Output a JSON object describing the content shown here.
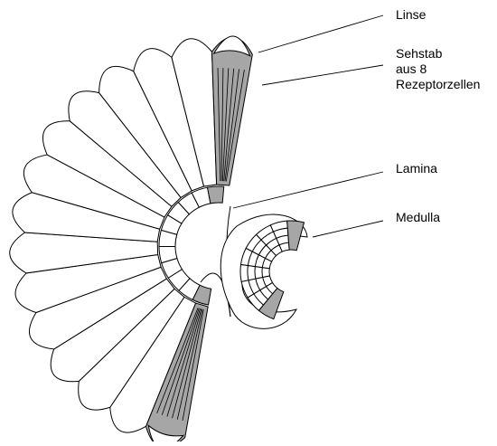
{
  "labels": {
    "linse": "Linse",
    "sehstab": [
      "Sehstab",
      "aus 8",
      "Rezeptorzellen"
    ],
    "lamina": "Lamina",
    "medulla": "Medulla"
  },
  "colors": {
    "stroke": "#000000",
    "highlight_fill": "#a6a6a6",
    "background": "#ffffff"
  }
}
